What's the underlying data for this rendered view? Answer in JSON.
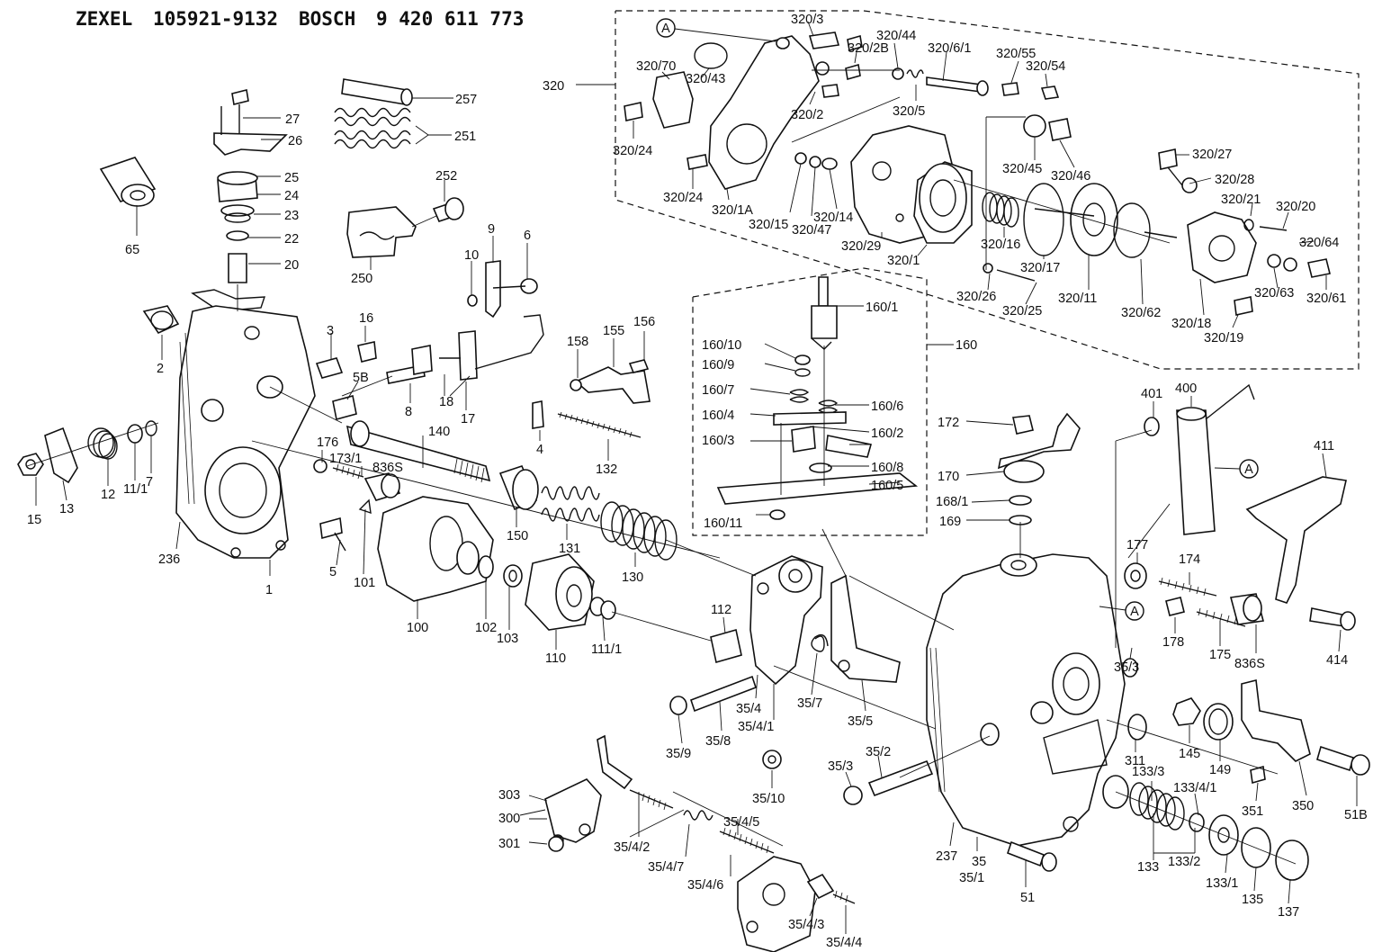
{
  "header": {
    "brand1": "ZEXEL",
    "part1": "105921-9132",
    "brand2": "BOSCH",
    "part2": "9 420 611 773"
  },
  "labels": [
    "320/3",
    "320/44",
    "320/2B",
    "320/6/1",
    "320/55",
    "320/54",
    "320/70",
    "320/43",
    "320",
    "320/5",
    "320/2",
    "320/24",
    "320/45",
    "320/46",
    "320/27",
    "320/28",
    "320/21",
    "320/20",
    "320/64",
    "320/24",
    "320/1A",
    "320/15",
    "320/47",
    "320/14",
    "320/29",
    "320/1",
    "320/16",
    "320/17",
    "320/11",
    "320/26",
    "320/25",
    "320/62",
    "320/18",
    "320/19",
    "320/63",
    "320/61",
    "257",
    "27",
    "26",
    "251",
    "25",
    "24",
    "23",
    "22",
    "20",
    "252",
    "250",
    "65",
    "9",
    "6",
    "10",
    "160/1",
    "160",
    "160/10",
    "160/9",
    "160/7",
    "160/6",
    "160/4",
    "160/2",
    "160/3",
    "160/8",
    "160/5",
    "160/11",
    "2",
    "3",
    "16",
    "5B",
    "8",
    "18",
    "17",
    "158",
    "155",
    "156",
    "4",
    "132",
    "176",
    "173/1",
    "836S",
    "140",
    "15",
    "13",
    "12",
    "11/1",
    "7",
    "150",
    "131",
    "130",
    "236",
    "1",
    "5",
    "101",
    "100",
    "102",
    "103",
    "110",
    "111/1",
    "172",
    "170",
    "168/1",
    "169",
    "401",
    "400",
    "411",
    "177",
    "174",
    "178",
    "175",
    "836S",
    "414",
    "112",
    "35/4",
    "35/4/1",
    "35/7",
    "35/5",
    "35/9",
    "35/8",
    "35/10",
    "35/3",
    "311",
    "145",
    "149",
    "350",
    "351",
    "51B",
    "35/3",
    "35/2",
    "133/3",
    "133/4/1",
    "133",
    "133/2",
    "133/1",
    "135",
    "137",
    "303",
    "300",
    "301",
    "35/4/2",
    "35/4/7",
    "35/4/5",
    "35/4/6",
    "35/4/3",
    "35/4/4",
    "237",
    "35",
    "35/1",
    "51"
  ],
  "callouts": [
    "A",
    "A",
    "A"
  ]
}
